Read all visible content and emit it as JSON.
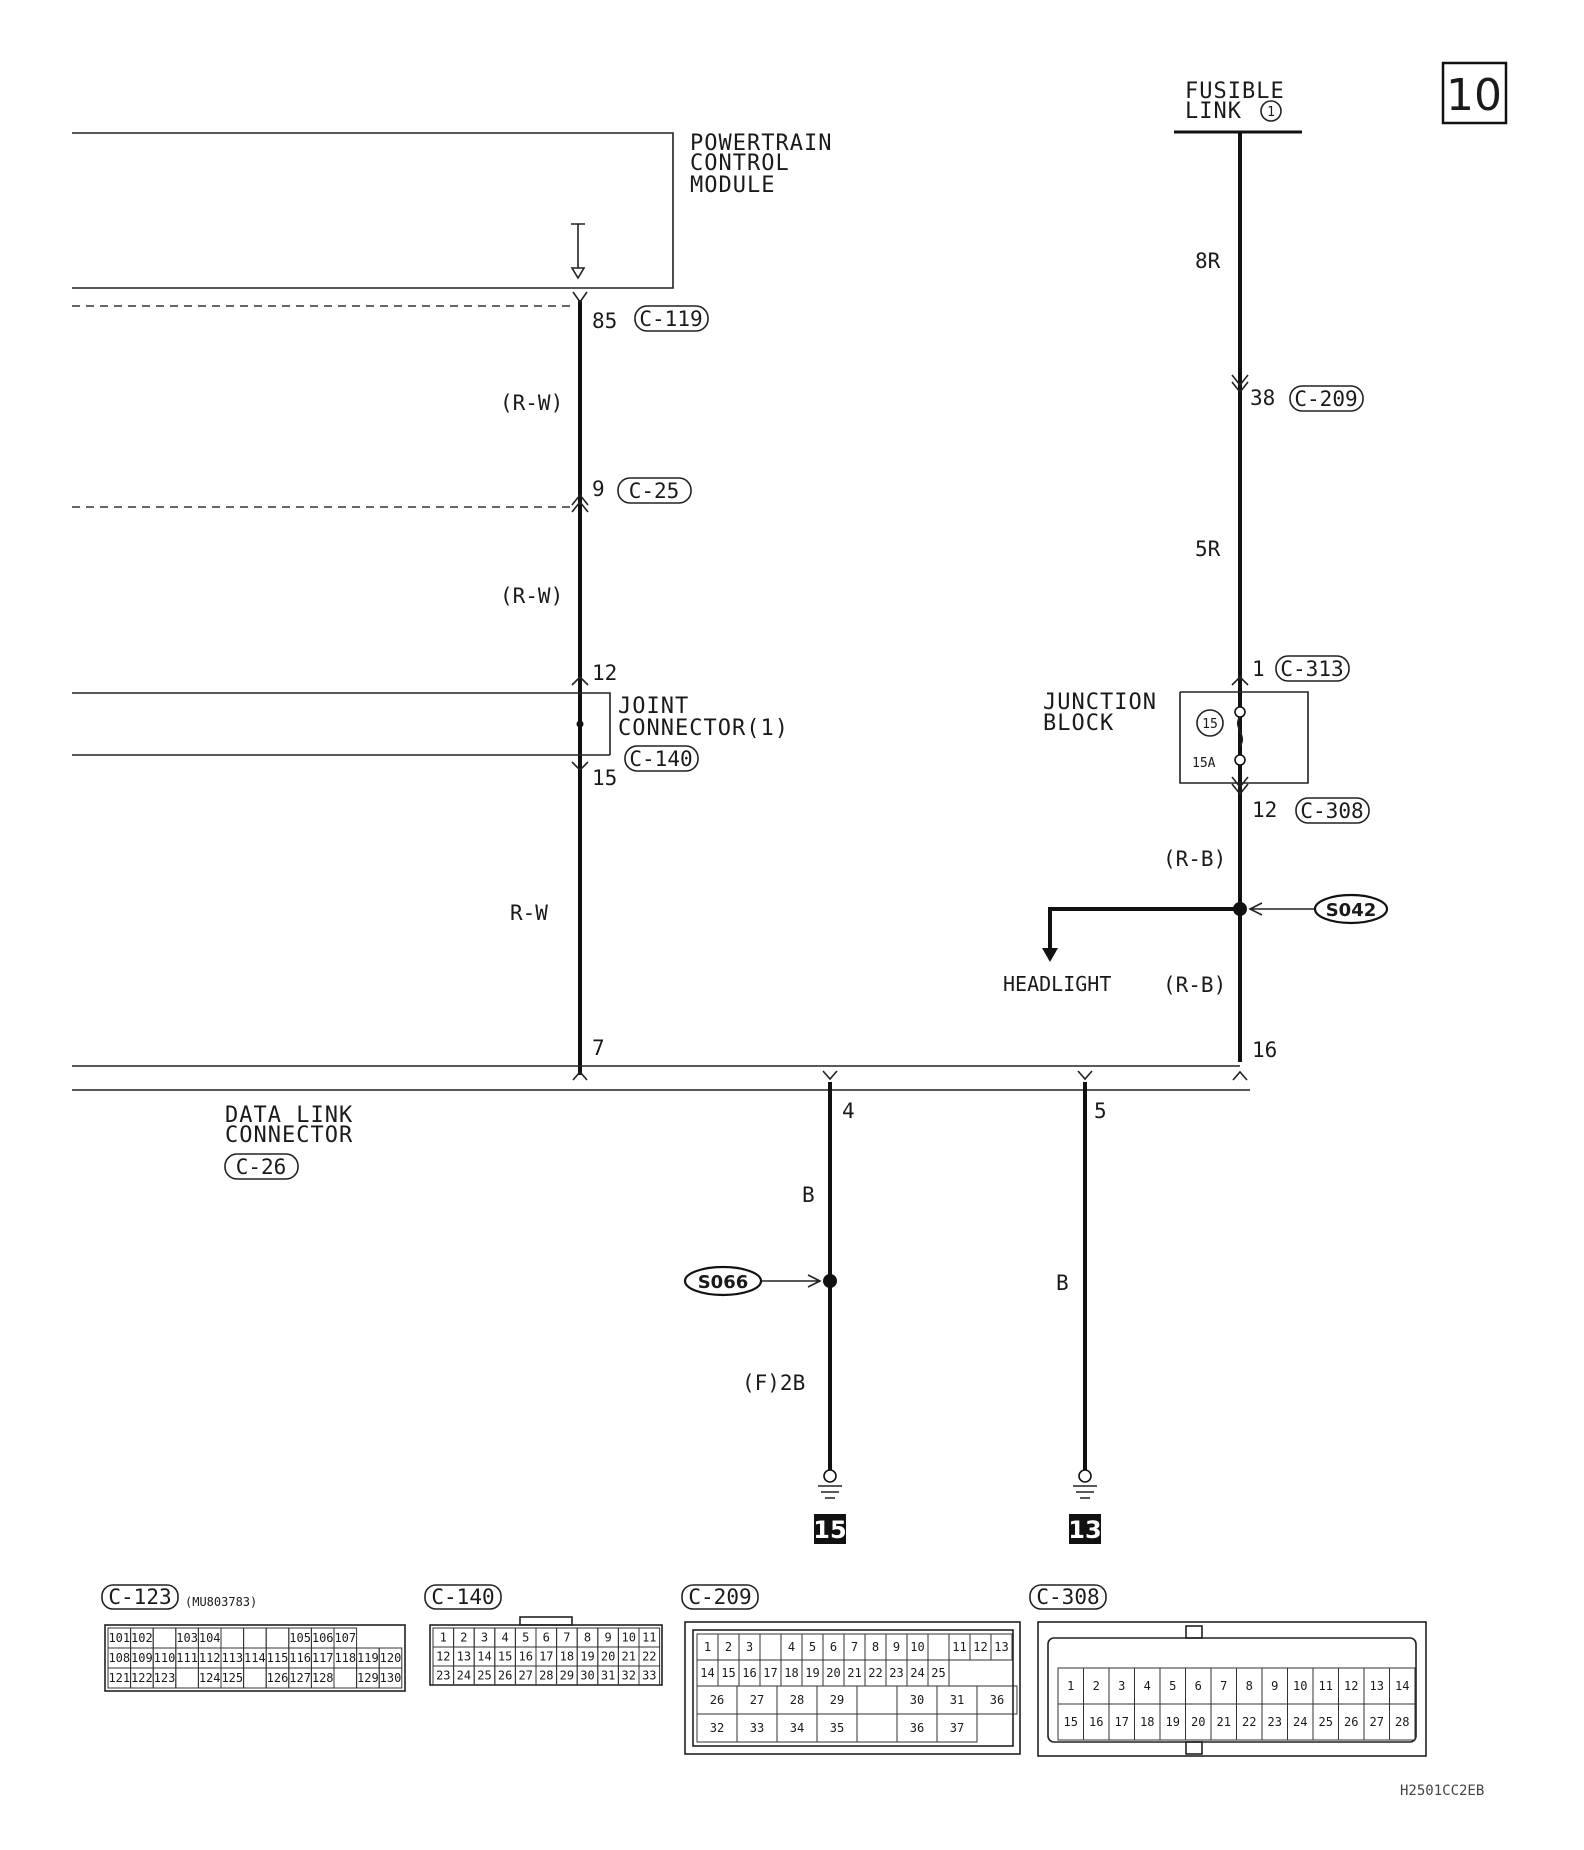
{
  "page_number": "10",
  "diagram_code": "H2501CC2EB",
  "components": {
    "pcm": {
      "line1": "POWERTRAIN",
      "line2": "CONTROL",
      "line3": "MODULE"
    },
    "fusible_link": {
      "line1": "FUSIBLE",
      "line2": "LINK",
      "number": "1"
    },
    "joint_connector": {
      "line1": "JOINT",
      "line2": "CONNECTOR(1)"
    },
    "junction_block": {
      "line1": "JUNCTION",
      "line2": "BLOCK",
      "fuse_number": "15",
      "fuse_rating": "15A"
    },
    "data_link_connector": {
      "line1": "DATA LINK",
      "line2": "CONNECTOR",
      "connector": "C-26"
    },
    "headlight": "HEADLIGHT"
  },
  "pins": {
    "pcm_85": "85",
    "pcm_conn": "C-119",
    "c25_pin": "9",
    "c25_conn": "C-25",
    "jc_in": "12",
    "jc_out": "15",
    "jc_conn": "C-140",
    "dlc_7": "7",
    "dlc_16": "16",
    "dlc_4": "4",
    "dlc_5": "5",
    "fl_38": "38",
    "fl_conn": "C-209",
    "jb_in": "1",
    "jb_in_conn": "C-313",
    "jb_out": "12",
    "jb_out_conn": "C-308"
  },
  "wires": {
    "rw_1": "(R-W)",
    "rw_2": "(R-W)",
    "rw_3": "R-W",
    "r8": "8R",
    "r5": "5R",
    "rb_1": "(R-B)",
    "rb_2": "(R-B)",
    "b_1": "B",
    "b_2": "B",
    "b_3": "(F)2B"
  },
  "splices": {
    "s042": "S042",
    "s066": "S066"
  },
  "grounds": {
    "g15": "15",
    "g13": "13"
  },
  "connector_views": {
    "c123": {
      "label": "C-123",
      "part": "(MU803783)",
      "rows": [
        [
          "101",
          "102",
          "",
          "103",
          "104",
          "",
          "",
          "",
          "105",
          "106",
          "107"
        ],
        [
          "108",
          "109",
          "110",
          "111",
          "112",
          "113",
          "114",
          "115",
          "116",
          "117",
          "118",
          "119",
          "120"
        ],
        [
          "121",
          "122",
          "123",
          "",
          "124",
          "125",
          "",
          "126",
          "127",
          "128",
          "",
          "129",
          "130"
        ]
      ]
    },
    "c140": {
      "label": "C-140",
      "rows": [
        [
          "1",
          "2",
          "3",
          "4",
          "5",
          "6",
          "7",
          "8",
          "9",
          "10",
          "11"
        ],
        [
          "12",
          "13",
          "14",
          "15",
          "16",
          "17",
          "18",
          "19",
          "20",
          "21",
          "22"
        ],
        [
          "23",
          "24",
          "25",
          "26",
          "27",
          "28",
          "29",
          "30",
          "31",
          "32",
          "33"
        ]
      ]
    },
    "c209": {
      "label": "C-209",
      "row1": [
        "1",
        "2",
        "3",
        "",
        "4",
        "5",
        "6",
        "7",
        "8",
        "9",
        "10",
        "",
        "11",
        "12",
        "13"
      ],
      "row2": [
        "14",
        "15",
        "16",
        "17",
        "18",
        "19",
        "20",
        "21",
        "22",
        "23",
        "24",
        "25"
      ],
      "row3": [
        "26",
        "27",
        "28",
        "29",
        "",
        "30",
        "31",
        "36"
      ],
      "row4": [
        "32",
        "33",
        "34",
        "35",
        "",
        "36",
        "37"
      ]
    },
    "c308": {
      "label": "C-308",
      "row1": [
        "1",
        "2",
        "3",
        "4",
        "5",
        "6",
        "7",
        "8",
        "9",
        "10",
        "11",
        "12",
        "13",
        "14"
      ],
      "row2": [
        "15",
        "16",
        "17",
        "18",
        "19",
        "20",
        "21",
        "22",
        "23",
        "24",
        "25",
        "26",
        "27",
        "28"
      ]
    }
  }
}
